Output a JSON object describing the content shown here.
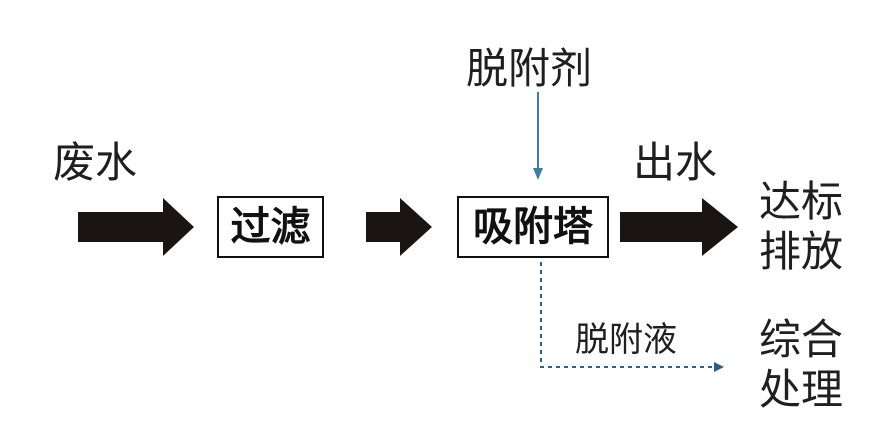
{
  "diagram": {
    "input_label": "废水",
    "steps": [
      "过滤",
      "吸附塔"
    ],
    "desorbent_label": "脱附剂",
    "output_label": "出水",
    "discharge_label": [
      "达标",
      "排放"
    ],
    "eluate_label": "脱附液",
    "treatment_label": [
      "综合",
      "处理"
    ]
  },
  "colors": {
    "main_arrow": "#1b1414",
    "desorbent_line": "#3d7fa3",
    "eluate_line": "#2d5f86",
    "text": "#1f1f1f"
  }
}
